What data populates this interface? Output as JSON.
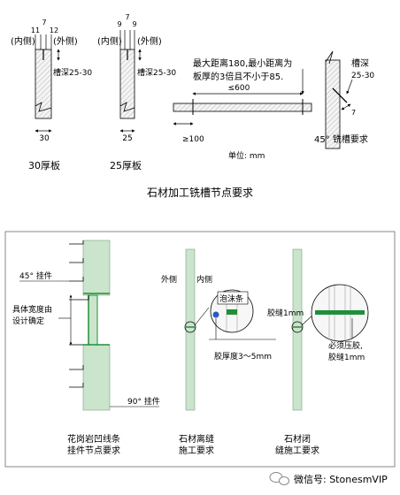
{
  "top": {
    "p1": {
      "dim_top_a": "11",
      "dim_top_b": "7",
      "dim_top_c": "12",
      "inner_label": "(内侧)",
      "outer_label": "(外侧)",
      "groove_depth": "槽深25-30",
      "thickness": "30",
      "caption": "30厚板"
    },
    "p2": {
      "dim_top_a": "9",
      "dim_top_b": "7",
      "dim_top_c": "9",
      "inner_label": "(内侧)",
      "outer_label": "(外侧)",
      "groove_depth": "槽深25-30",
      "thickness": "25",
      "caption": "25厚板"
    },
    "p3": {
      "note_line1": "最大距离180,最小距离为",
      "note_line2": "板厚的3倍且不小于85.",
      "max_dim": "≤600",
      "min_dim": "≥100",
      "unit": "单位: mm"
    },
    "p4": {
      "groove_line1": "槽深",
      "groove_line2": "25-30",
      "dim": "7",
      "caption": "45° 铣槽要求"
    },
    "section_title": "石材加工铣槽节点要求"
  },
  "bottom": {
    "b1": {
      "hanger_45": "45° 挂件",
      "width_line1": "具体宽度由",
      "width_line2": "设计确定",
      "hanger_90": "90° 挂件",
      "caption_line1": "花岗岩凹线条",
      "caption_line2": "挂件节点要求"
    },
    "b2": {
      "outer": "外侧",
      "inner": "内侧",
      "foam": "泡沫条",
      "glue": "胶厚度3～5mm",
      "caption_line1": "石材离缝",
      "caption_line2": "施工要求"
    },
    "b3": {
      "seam": "胶缝1mm",
      "press_line1": "必须压胶,",
      "press_line2": "胶缝1mm",
      "caption_line1": "石材闭",
      "caption_line2": "缝施工要求"
    }
  },
  "watermark": "微信号: StonesmVIP",
  "colors": {
    "stone": "#cbe4cc",
    "stone_dark": "#a9cdb0",
    "line": "#000000",
    "accent_green": "#1f8f3a",
    "joint_blue": "#2b59c3"
  }
}
